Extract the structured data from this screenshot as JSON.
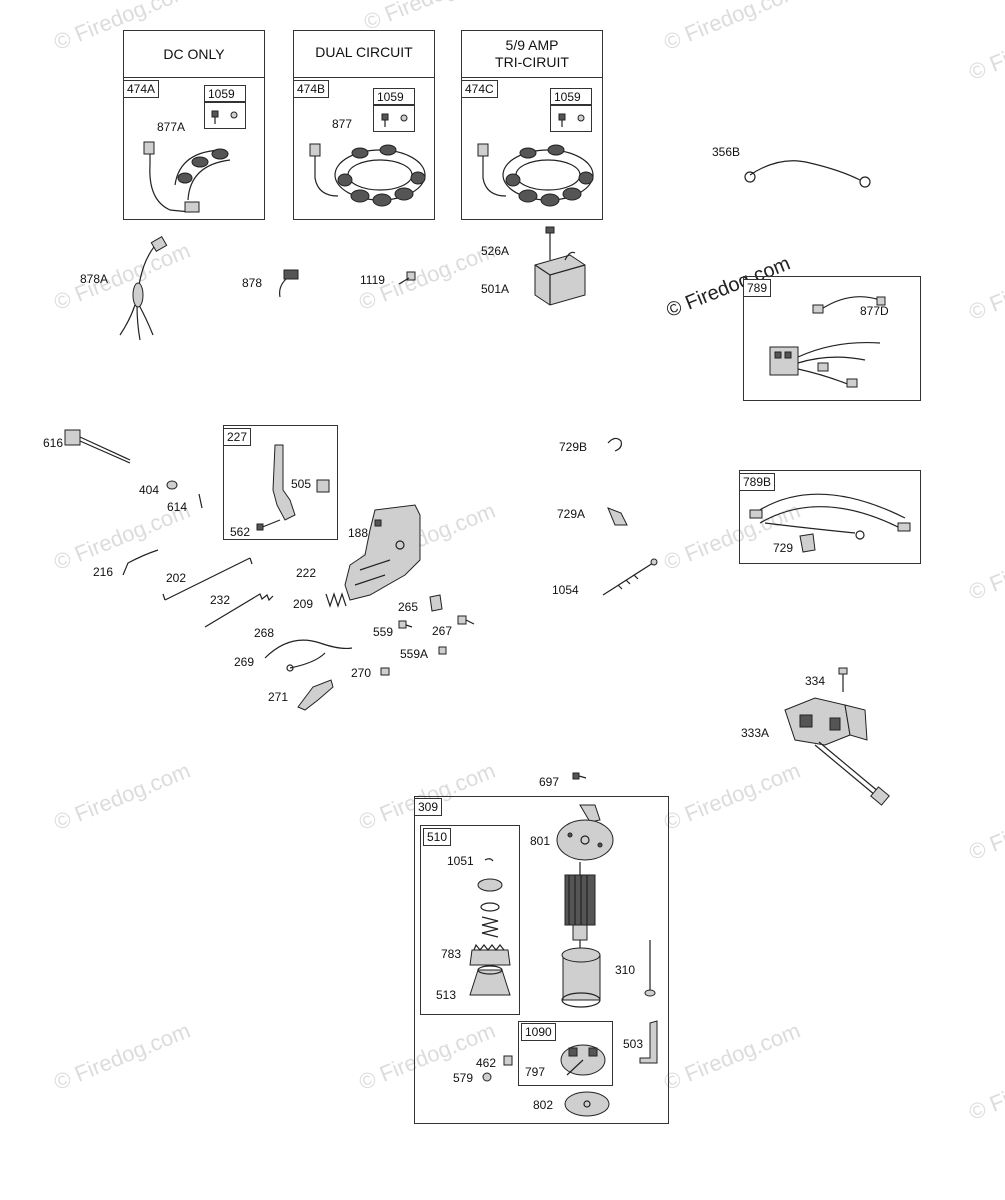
{
  "watermark": "© Firedog.com",
  "kits": {
    "k474A": {
      "header": "DC ONLY",
      "tag": "474A",
      "sub_tag": "1059",
      "callout": "877A"
    },
    "k474B": {
      "header": "DUAL CIRCUIT",
      "tag": "474B",
      "sub_tag": "1059",
      "callout": "877"
    },
    "k474C": {
      "header_line1": "5/9    AMP",
      "header_line2": "TRI-CIRUIT",
      "tag": "474C",
      "sub_tag": "1059"
    },
    "k789": {
      "tag": "789",
      "callout": "877D"
    },
    "k789B": {
      "tag": "789B",
      "callout": "729"
    },
    "k227": {
      "tag": "227",
      "callout1": "505",
      "callout2": "562"
    },
    "k309": {
      "tag": "309"
    },
    "k510": {
      "tag": "510",
      "c1": "1051",
      "c2": "783",
      "c3": "513"
    },
    "k1090": {
      "tag": "1090",
      "c1": "797"
    }
  },
  "labels": {
    "l356B": "356B",
    "l878A": "878A",
    "l878": "878",
    "l1119": "1119",
    "l526A": "526A",
    "l501A": "501A",
    "l616": "616",
    "l404": "404",
    "l614": "614",
    "l216": "216",
    "l202": "202",
    "l232": "232",
    "l188": "188",
    "l222": "222",
    "l209": "209",
    "l265": "265",
    "l559": "559",
    "l267": "267",
    "l268": "268",
    "l269": "269",
    "l559A": "559A",
    "l270": "270",
    "l271": "271",
    "l729B": "729B",
    "l729A": "729A",
    "l1054": "1054",
    "l334": "334",
    "l333A": "333A",
    "l697": "697",
    "l801": "801",
    "l310": "310",
    "l503": "503",
    "l462": "462",
    "l579": "579",
    "l802": "802"
  }
}
